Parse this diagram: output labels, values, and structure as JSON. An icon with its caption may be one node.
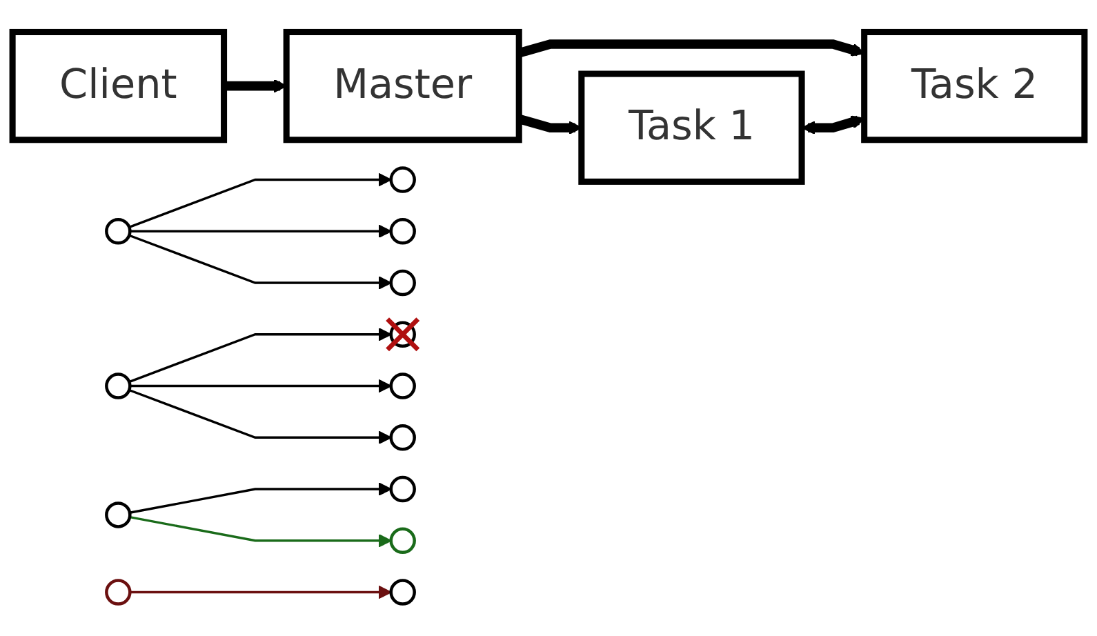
{
  "diagram": {
    "nodes": [
      {
        "text": [
          "Client"
        ]
      },
      {
        "text": [
          "Master"
        ]
      },
      {
        "text": [
          "Task 1"
        ]
      },
      {
        "text": [
          "Task 2"
        ]
      },
      {
        "text": [],
        "shape": "circle"
      },
      {
        "text": [],
        "shape": "circle"
      },
      {
        "text": [],
        "shape": "circle"
      },
      {
        "text": [],
        "shape": "circle"
      },
      {
        "text": [],
        "shape": "circle"
      },
      {
        "text": [],
        "shape": "circle"
      },
      {
        "text": [],
        "shape": "circle"
      },
      {
        "text": [],
        "shape": "circle"
      },
      {
        "text": [],
        "shape": "circle"
      },
      {
        "text": [],
        "shape": "circle"
      },
      {
        "text": [],
        "shape": "circle"
      },
      {
        "text": [],
        "shape": "circle"
      },
      {
        "text": [],
        "shape": "circle"
      }
    ],
    "edges": [
      {
        "from": 0,
        "to": 1,
        "arrow": "to",
        "style": "thick"
      },
      {
        "from": 1,
        "to": 2,
        "arrow": "to",
        "style": "thick"
      },
      {
        "from": 1,
        "to": 3,
        "arrow": "to",
        "style": "thick"
      },
      {
        "from": 2,
        "to": 3,
        "arrow": "both",
        "style": "thick"
      },
      {
        "from": 4,
        "to": 5,
        "arrow": "to"
      },
      {
        "from": 4,
        "to": 6,
        "arrow": "to"
      },
      {
        "from": 4,
        "to": 7,
        "arrow": "to"
      },
      {
        "from": 8,
        "to": 9,
        "arrow": "to"
      },
      {
        "from": 8,
        "to": 10,
        "arrow": "to"
      },
      {
        "from": 8,
        "to": 11,
        "arrow": "to"
      },
      {
        "from": 12,
        "to": 13,
        "arrow": "to"
      },
      {
        "from": 12,
        "to": 14,
        "arrow": "to",
        "color": "#1a6b1a"
      },
      {
        "from": 15,
        "to": 16,
        "arrow": "to",
        "color": "#6b1010"
      }
    ]
  }
}
